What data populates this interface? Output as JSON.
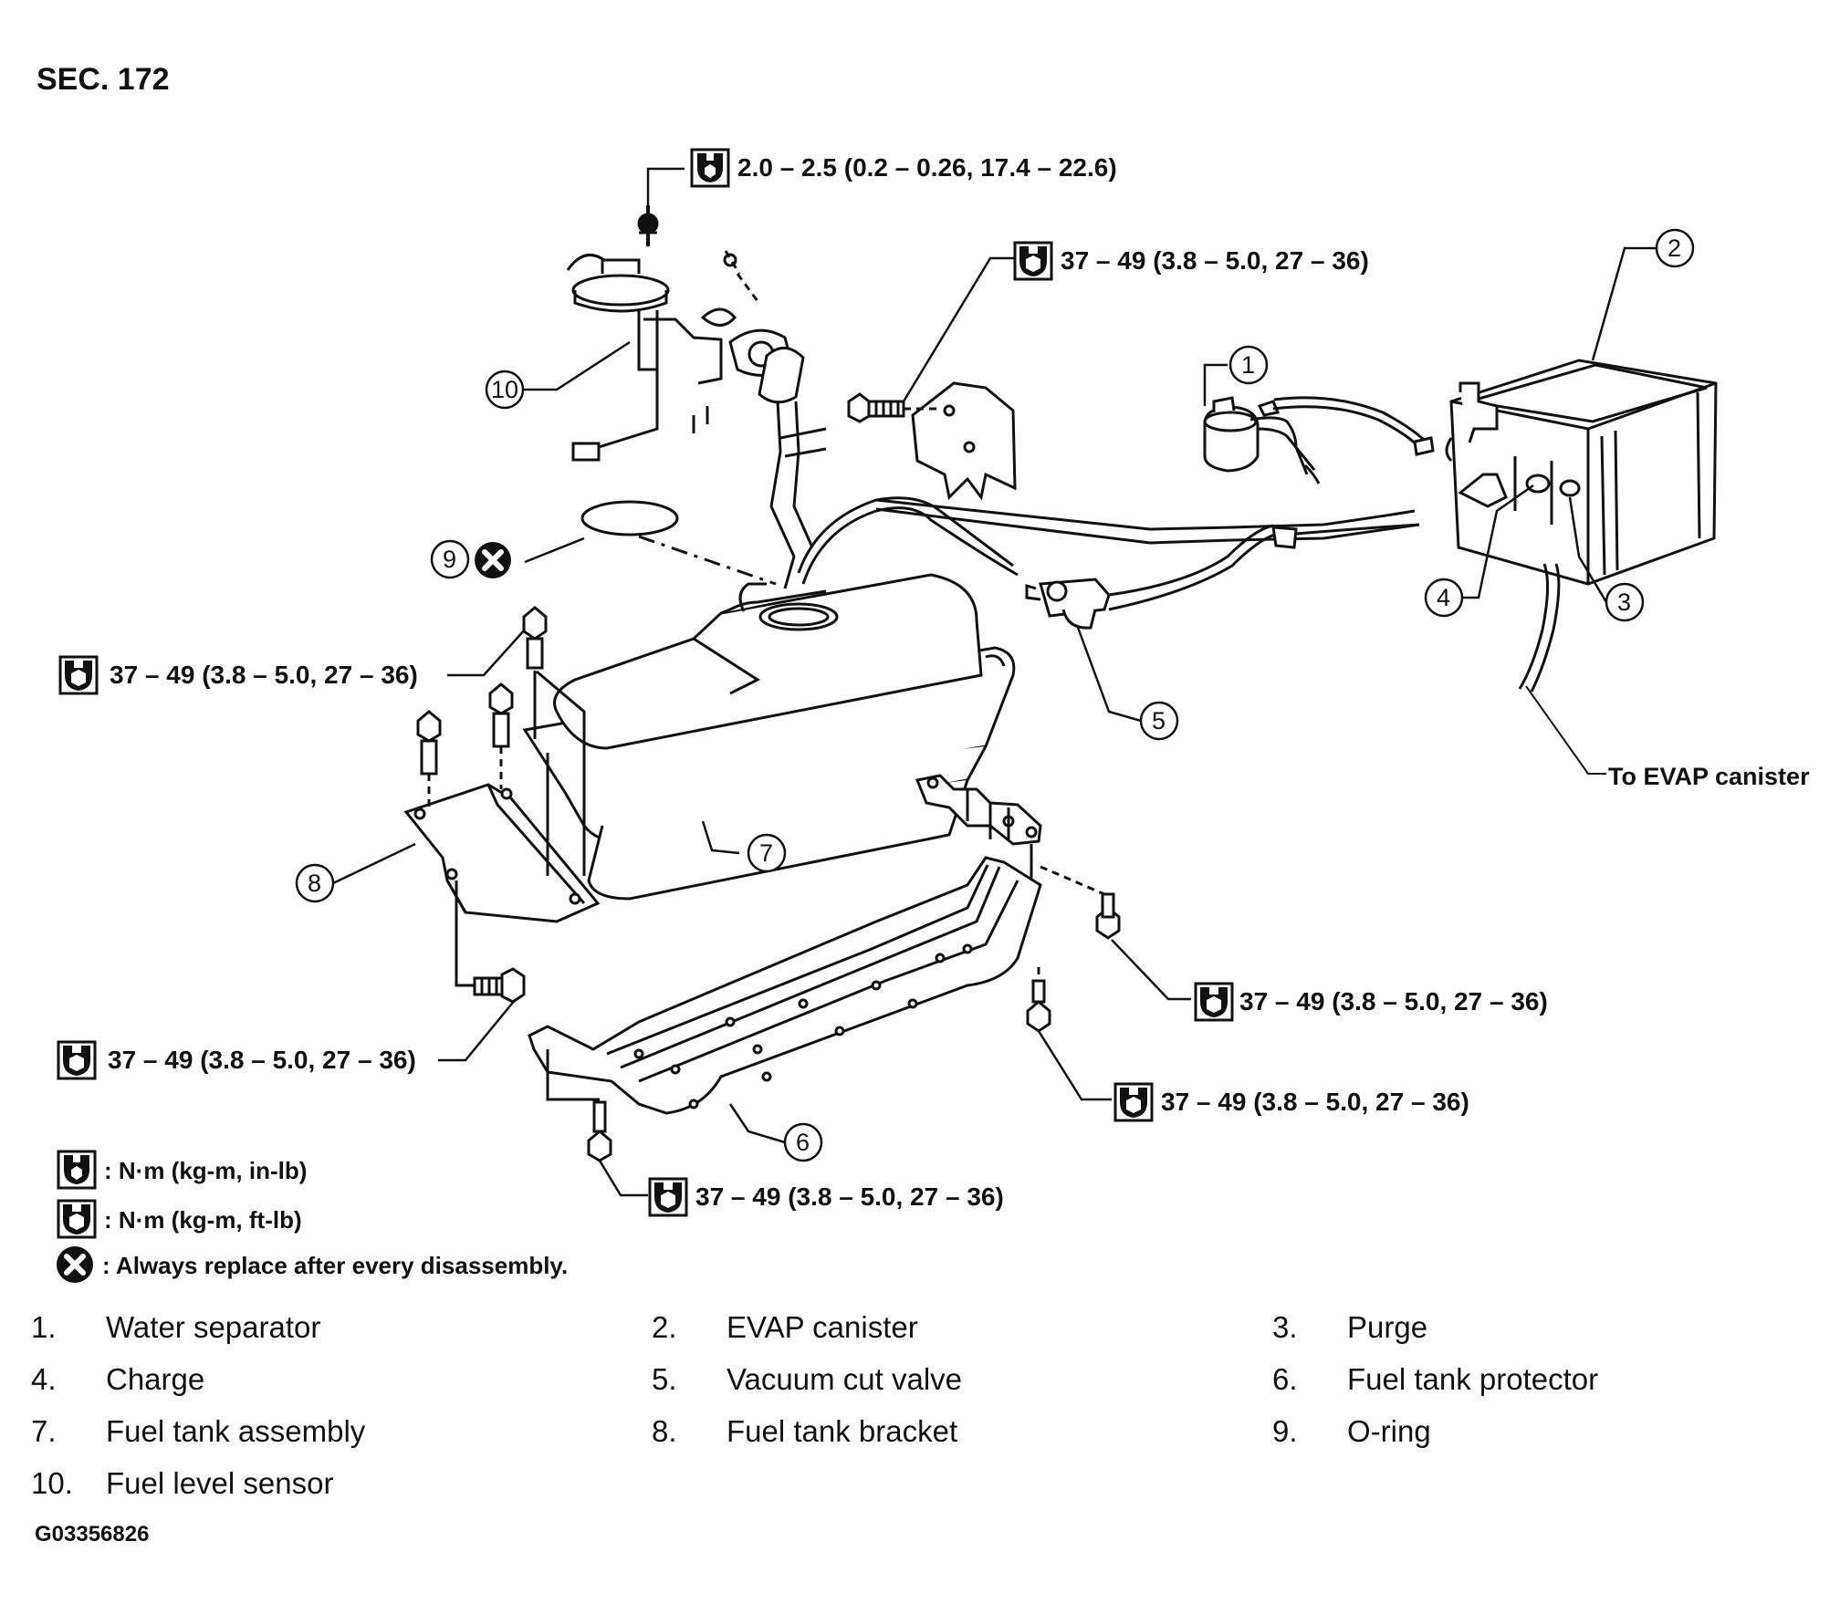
{
  "section_title": "SEC. 172",
  "torque_specs": {
    "screw_top": "2.0 – 2.5 (0.2 – 0.26, 17.4 – 22.6)",
    "bracket_bolt": "37 – 49 (3.8 – 5.0, 27 – 36)",
    "tank_left": "37 – 49 (3.8 – 5.0, 27 – 36)",
    "bracket_side": "37 – 49 (3.8 – 5.0, 27 – 36)",
    "protector_right_top": "37 – 49 (3.8 – 5.0, 27 – 36)",
    "protector_right_bottom": "37 – 49 (3.8 – 5.0, 27 – 36)",
    "protector_bottom": "37 – 49 (3.8 – 5.0, 27 – 36)"
  },
  "callouts": [
    "1",
    "2",
    "3",
    "4",
    "5",
    "6",
    "7",
    "8",
    "9",
    "10"
  ],
  "to_evap_label": "To EVAP canister",
  "legend": {
    "in_lb": ": N·m (kg-m, in-lb)",
    "ft_lb": ": N·m (kg-m, ft-lb)",
    "replace": ": Always replace after every disassembly."
  },
  "parts": [
    {
      "num": "1.",
      "name": "Water separator"
    },
    {
      "num": "2.",
      "name": "EVAP canister"
    },
    {
      "num": "3.",
      "name": "Purge"
    },
    {
      "num": "4.",
      "name": "Charge"
    },
    {
      "num": "5.",
      "name": "Vacuum cut valve"
    },
    {
      "num": "6.",
      "name": "Fuel tank protector"
    },
    {
      "num": "7.",
      "name": "Fuel tank assembly"
    },
    {
      "num": "8.",
      "name": "Fuel tank bracket"
    },
    {
      "num": "9.",
      "name": "O-ring"
    },
    {
      "num": "10.",
      "name": "Fuel level sensor"
    }
  ],
  "figure_code": "G03356826"
}
